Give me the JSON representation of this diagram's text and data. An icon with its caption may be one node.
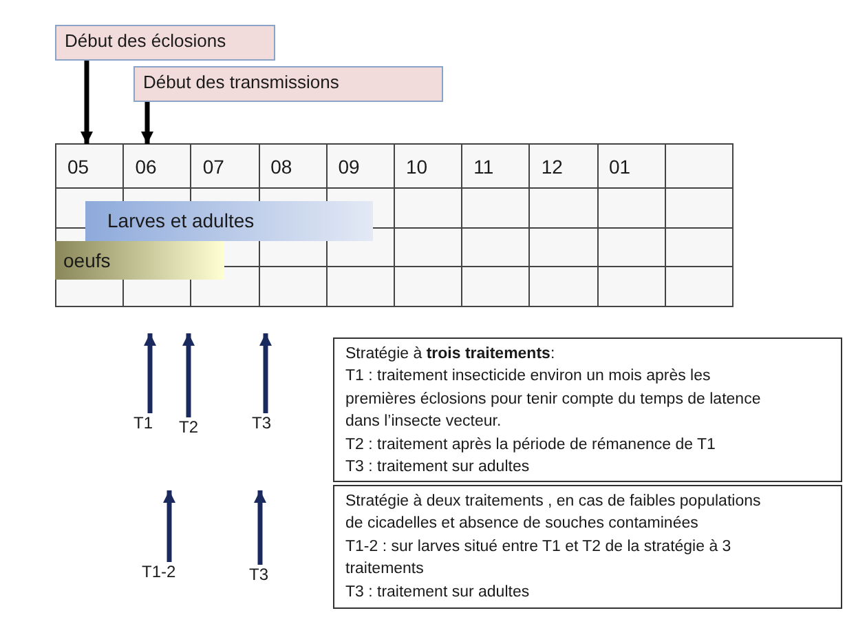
{
  "diagram": {
    "nodes": [
      {
        "text": [
          "Début des éclosions"
        ]
      },
      {
        "text": [
          "Début des transmissions"
        ]
      },
      {
        "text": [
          "05"
        ]
      },
      {
        "text": [
          "06"
        ]
      },
      {
        "text": [
          "07"
        ]
      },
      {
        "text": [
          "08"
        ]
      },
      {
        "text": [
          "09"
        ]
      },
      {
        "text": [
          "10"
        ]
      },
      {
        "text": [
          "11"
        ]
      },
      {
        "text": [
          "12"
        ]
      },
      {
        "text": [
          "01"
        ]
      },
      {
        "text": [
          "Larves et adultes"
        ]
      },
      {
        "text": [
          "oeufs"
        ]
      },
      {
        "text": [
          "T1"
        ]
      },
      {
        "text": [
          "T2"
        ]
      },
      {
        "text": [
          "T3"
        ]
      },
      {
        "text": [
          "T1-2"
        ]
      },
      {
        "text": [
          "T3"
        ]
      },
      {
        "text": [
          "Stratégie à **trois traitements**:",
          "T1 : traitement insecticide environ un mois après les premières éclosions pour tenir compte du temps de latence dans l’insecte vecteur.",
          "T2 : traitement après la période de rémanence de T1",
          "T3 : traitement sur adultes"
        ]
      },
      {
        "text": [
          "Stratégie à deux traitements , en cas de faibles populations de cicadelles et absence de souches contaminées",
          "T1-2 : sur larves situé entre T1 et T2 de la stratégie à 3 traitements",
          "T3 : traitement sur adultes"
        ]
      }
    ],
    "edges": [
      {
        "from": 0,
        "to": 2,
        "arrow": "to",
        "color": "#000000"
      },
      {
        "from": 1,
        "to": 3,
        "arrow": "to",
        "color": "#000000"
      },
      {
        "from": 13,
        "to": null,
        "arrow": "to"
      },
      {
        "from": 14,
        "to": null,
        "arrow": "to"
      },
      {
        "from": 15,
        "to": null,
        "arrow": "to"
      },
      {
        "from": 16,
        "to": null,
        "arrow": "to"
      },
      {
        "from": 17,
        "to": null,
        "arrow": "to"
      }
    ]
  }
}
